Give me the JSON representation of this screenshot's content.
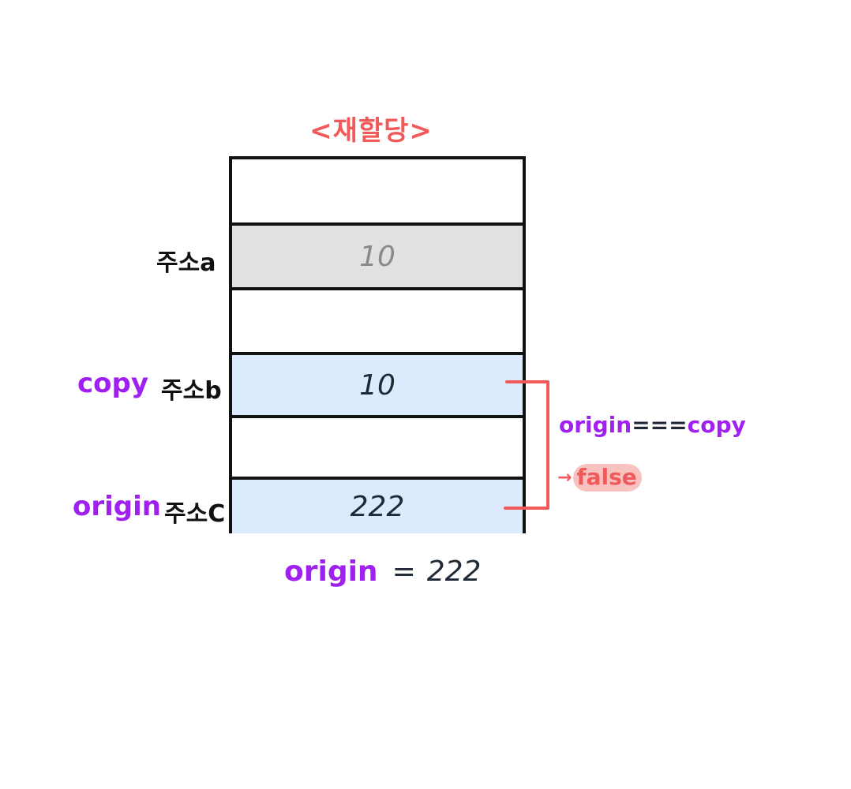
{
  "title": "<재할당>",
  "colors": {
    "accent_red": "#f05a5a",
    "variable_purple": "#a020f0",
    "cell_gray": "#e1e1e1",
    "cell_blue": "#dbeafd",
    "text_dark": "#1f2a36",
    "text_gray": "#8a8a8a"
  },
  "memory": {
    "cells": [
      {
        "value": "",
        "fill": "#ffffff"
      },
      {
        "value": "10",
        "fill": "#e1e1e1",
        "text_color": "#8a8a8a"
      },
      {
        "value": "",
        "fill": "#ffffff"
      },
      {
        "value": "10",
        "fill": "#dbeafd",
        "text_color": "#1f2a36"
      },
      {
        "value": "",
        "fill": "#ffffff"
      },
      {
        "value": "222",
        "fill": "#dbeafd",
        "text_color": "#1f2a36"
      }
    ]
  },
  "address_labels": {
    "a": "주소a",
    "b": "주소b",
    "c": "주소C"
  },
  "variable_labels": {
    "copy": "copy",
    "origin": "origin"
  },
  "comparison": {
    "left": "origin",
    "operator": "===",
    "right": "copy",
    "arrow": "→",
    "result": "false"
  },
  "assignment": {
    "variable": "origin",
    "operator": "=",
    "value": "222"
  }
}
